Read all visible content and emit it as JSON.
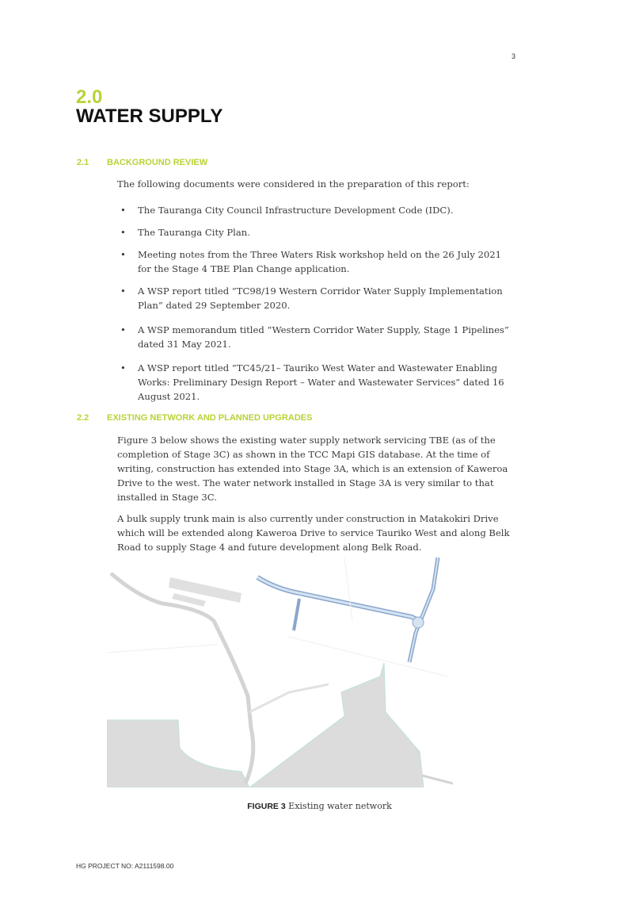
{
  "page_number": "3",
  "heading": {
    "number": "2.0",
    "title": "WATER SUPPLY"
  },
  "section1": {
    "number": "2.1",
    "title": "BACKGROUND REVIEW",
    "intro": "The following documents were considered in the preparation of this report:",
    "bullets": [
      "The Tauranga City Council Infrastructure Development Code (IDC).",
      "The Tauranga City Plan.",
      "Meeting notes from the Three Waters Risk workshop held on the 26 July 2021 for the Stage 4 TBE Plan Change application.",
      "A WSP report titled “TC98/19 Western Corridor Water Supply Implementation Plan” dated 29 September 2020.",
      "A WSP memorandum titled “Western Corridor Water Supply, Stage 1 Pipelines” dated 31 May 2021.",
      "A WSP report titled “TC45/21– Tauriko West Water and Wastewater Enabling Works: Preliminary Design Report – Water and Wastewater Services” dated 16 August 2021."
    ]
  },
  "section2": {
    "number": "2.2",
    "title": "EXISTING NETWORK AND PLANNED UPGRADES",
    "para1": "Figure 3 below shows the existing water supply network servicing TBE (as of the completion of Stage 3C) as shown in the TCC Mapi GIS database. At the time of writing, construction has extended into Stage 3A, which is an extension of Kaweroa Drive to the west. The water network installed in Stage 3A is very similar to that installed in Stage 3C.",
    "para2": "A bulk supply trunk main is also currently under construction in Matakokiri Drive which will be extended along Kaweroa Drive to service Tauriko West and along Belk Road to supply Stage 4 and future development along Belk Road."
  },
  "figure": {
    "label": "FIGURE 3",
    "caption": "Existing water network"
  },
  "footer": "HG PROJECT NO:  A2111598.00",
  "colors": {
    "accent": "#b7d335",
    "pipe": "#8aa6cc",
    "land": "#dcdcdc"
  }
}
